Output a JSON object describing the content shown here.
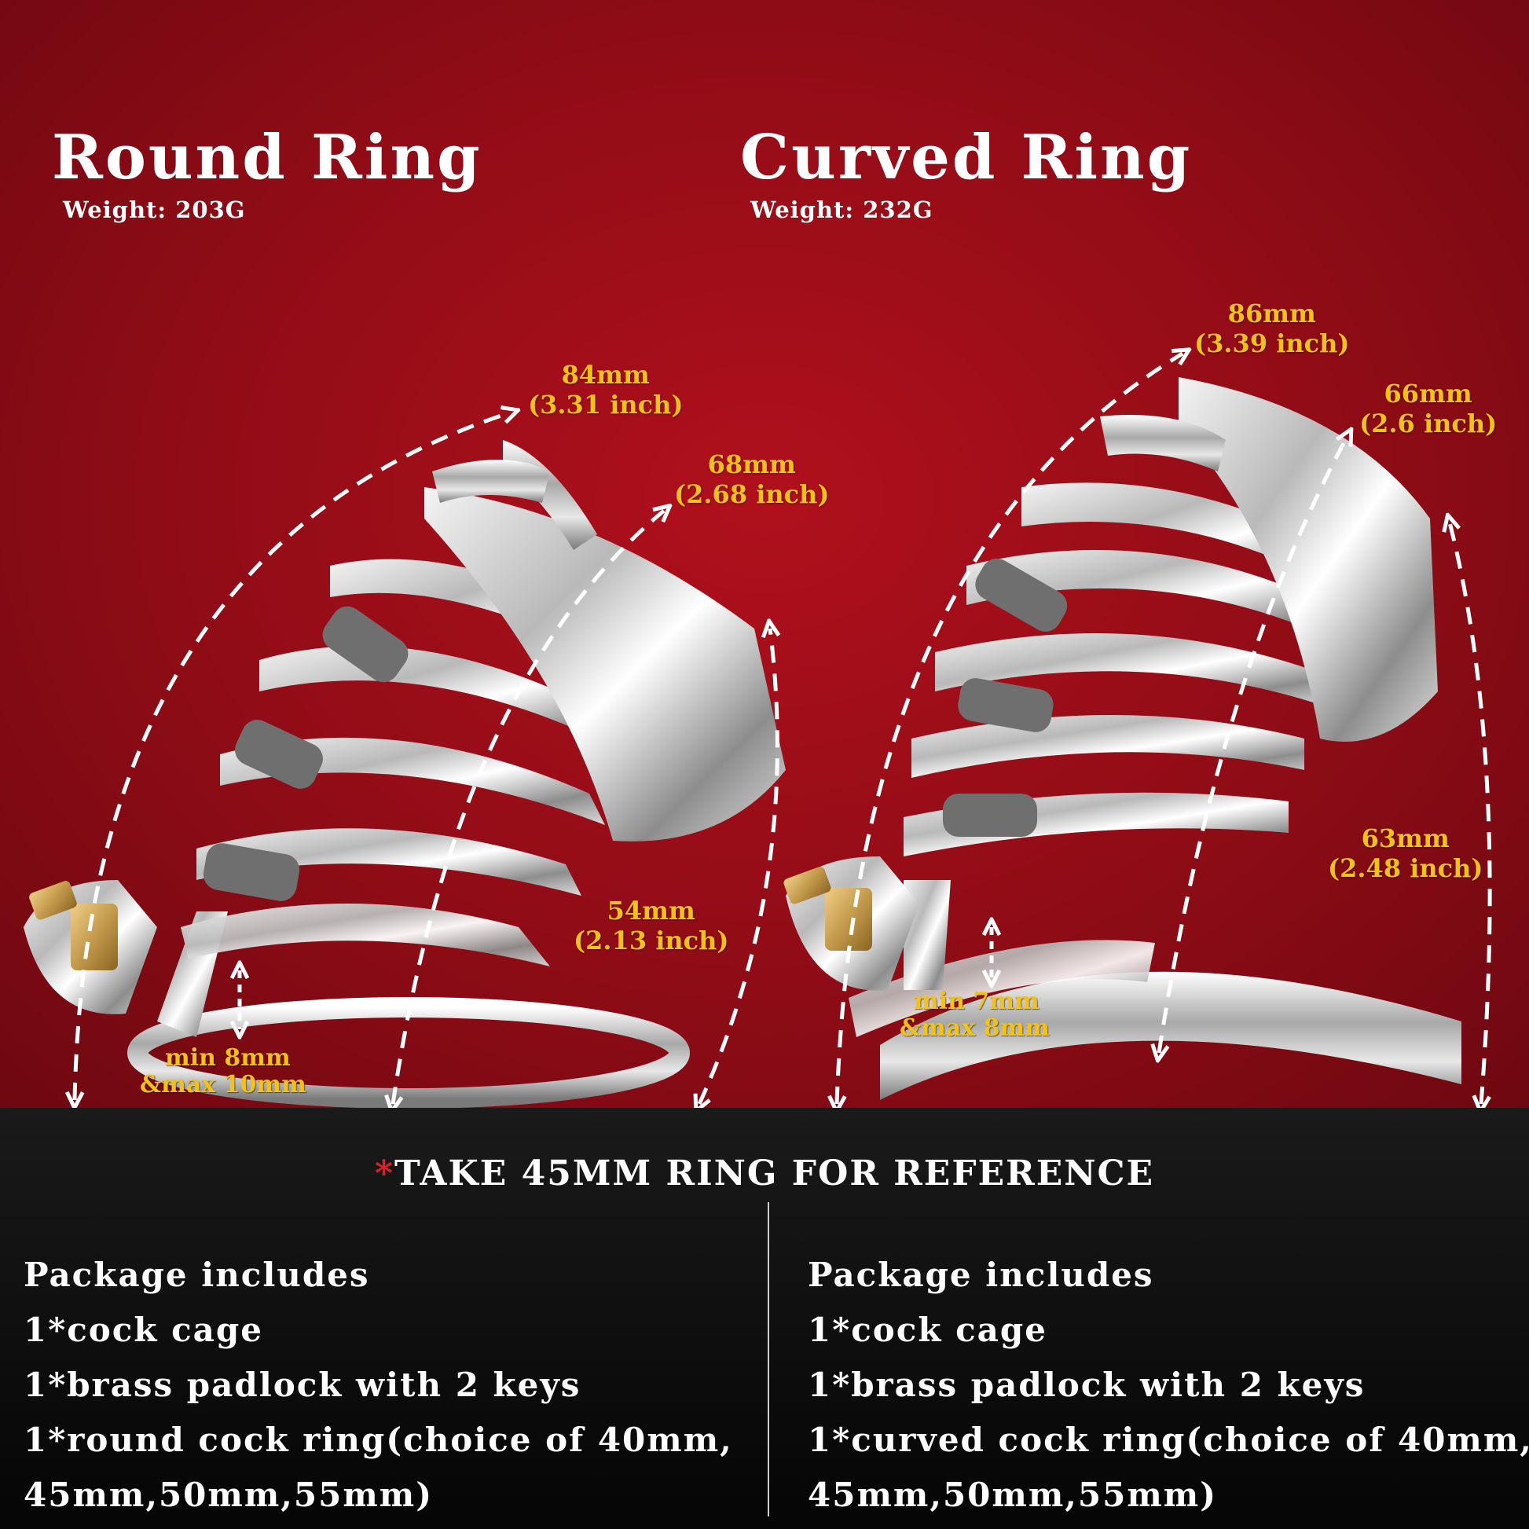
{
  "round": {
    "title": "Round Ring",
    "weight": "Weight:  203G",
    "dims": {
      "d84": {
        "mm": "84mm",
        "inch": "(3.31 inch)"
      },
      "d68": {
        "mm": "68mm",
        "inch": "(2.68 inch)"
      },
      "d54": {
        "mm": "54mm",
        "inch": "(2.13 inch)"
      },
      "gap": {
        "min": "min 8mm",
        "max": "&max 10mm"
      }
    }
  },
  "curved": {
    "title": "Curved Ring",
    "weight": "Weight:  232G",
    "dims": {
      "d86": {
        "mm": "86mm",
        "inch": "(3.39 inch)"
      },
      "d66": {
        "mm": "66mm",
        "inch": "(2.6 inch)"
      },
      "d63": {
        "mm": "63mm",
        "inch": "(2.48 inch)"
      },
      "gap": {
        "min": "min 7mm",
        "max": "&max 8mm"
      }
    }
  },
  "reference": {
    "star": "*",
    "text": "TAKE 45MM RING FOR REFERENCE"
  },
  "package_left": {
    "heading": "Package includes",
    "items": [
      "1*cock cage",
      "1*brass padlock with 2 keys",
      "1*round cock ring(choice of 40mm,",
      "45mm,50mm,55mm)"
    ]
  },
  "package_right": {
    "heading": "Package includes",
    "items": [
      "1*cock cage",
      "1*brass padlock with 2 keys",
      "1*curved cock ring(choice of 40mm,",
      "45mm,50mm,55mm)"
    ]
  },
  "colors": {
    "background_red": "#9e0e18",
    "dimension_yellow": "#f2c21a",
    "text_white": "#ffffff",
    "reference_star": "#e01f2a"
  }
}
